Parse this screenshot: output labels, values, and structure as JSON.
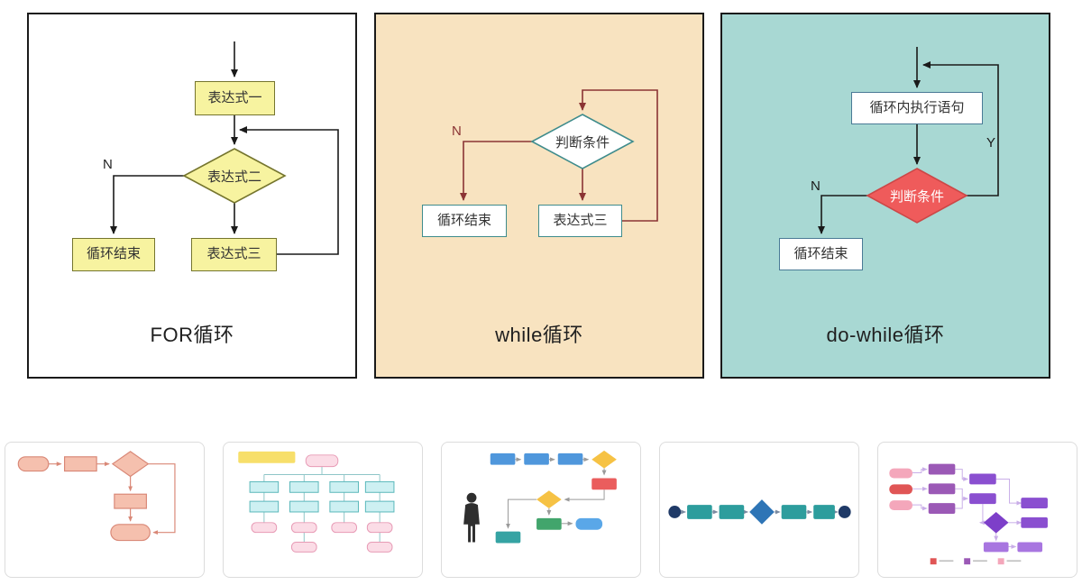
{
  "panels": [
    {
      "title": "FOR循环",
      "nodes": {
        "expr1": "表达式一",
        "cond": "表达式二",
        "end": "循环结束",
        "expr3": "表达式三"
      },
      "branch_labels": {
        "n": "N"
      },
      "colors": {
        "bg": "#ffffff",
        "node_fill": "#f7f3a0",
        "node_border": "#75752e",
        "arrow": "#1a1a1a"
      }
    },
    {
      "title": "while循环",
      "nodes": {
        "cond": "判断条件",
        "end": "循环结束",
        "expr3": "表达式三"
      },
      "branch_labels": {
        "n": "N"
      },
      "colors": {
        "bg": "#f8e3c0",
        "node_fill": "#ffffff",
        "node_border": "#3f8c8c",
        "arrow": "#8b3434"
      }
    },
    {
      "title": "do-while循环",
      "nodes": {
        "body": "循环内执行语句",
        "cond": "判断条件",
        "end": "循环结束"
      },
      "branch_labels": {
        "n": "N",
        "y": "Y"
      },
      "colors": {
        "bg": "#a8d8d3",
        "node_fill": "#ffffff",
        "node_border": "#4a7a96",
        "diamond_fill": "#ef5b5b",
        "arrow": "#1a1a1a"
      }
    }
  ],
  "gallery": {
    "items": [
      {
        "name": "salmon-flowchart-template"
      },
      {
        "name": "tree-org-chart-template"
      },
      {
        "name": "process-flow-with-figure-template"
      },
      {
        "name": "horizontal-pipeline-template"
      },
      {
        "name": "purple-flowchart-template"
      }
    ]
  }
}
